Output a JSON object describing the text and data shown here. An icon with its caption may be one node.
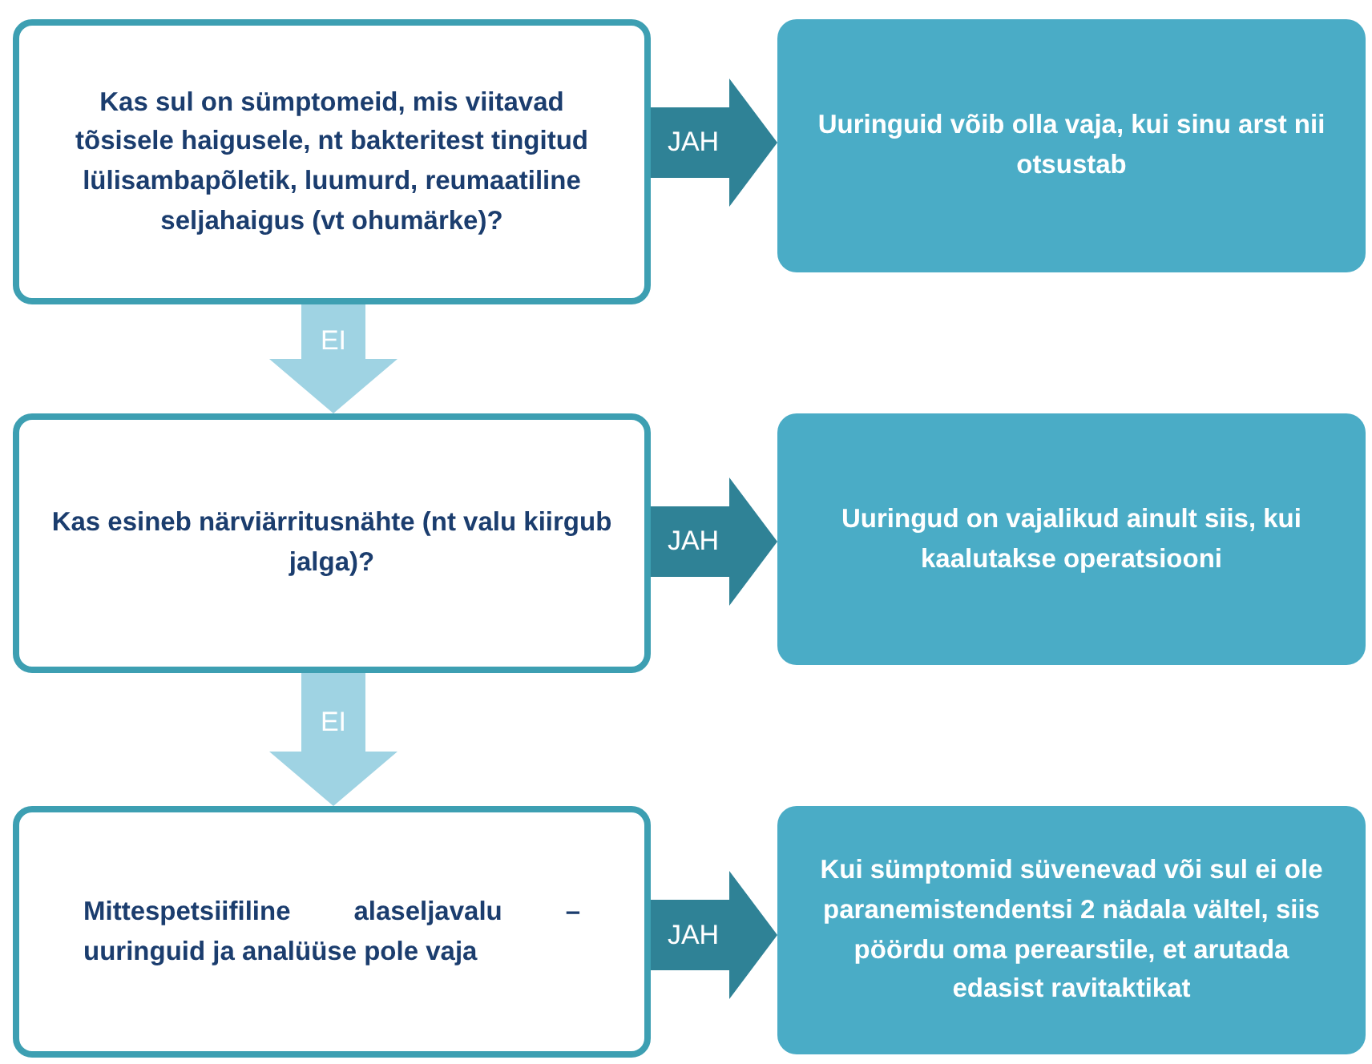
{
  "diagram": {
    "nodes": [
      {
        "text": [
          "Kas sul on sümptomeid, mis viitavad tõsisele haigusele, nt bakteritest tingitud lülisambapõletik, luumurd, reumaatiline seljahaigus (vt ohumärke)?"
        ]
      },
      {
        "text": [
          "Uuringuid võib olla vaja, kui sinu arst nii otsustab"
        ]
      },
      {
        "text": [
          "Kas esineb närviärritusnähte (nt valu kiirgub jalga)?"
        ]
      },
      {
        "text": [
          "Uuringud on vajalikud ainult siis, kui kaalutakse operatsiooni"
        ]
      },
      {
        "text": [
          "Mittespetsiifiline alaseljavalu – uuringuid ja analüüse pole vaja"
        ]
      },
      {
        "text": [
          "Kui sümptomid süvenevad või sul ei ole paranemistendentsi 2 nädala vältel, siis pöördu oma perearstile, et arutada edasist ravitaktikat"
        ]
      }
    ],
    "edges": [
      {
        "from": 0,
        "to": 1,
        "arrow": "to",
        "label": "JAH"
      },
      {
        "from": 0,
        "to": 2,
        "arrow": "to",
        "label": "EI",
        "color": "#9fd3e3"
      },
      {
        "from": 2,
        "to": 3,
        "arrow": "to",
        "label": "JAH"
      },
      {
        "from": 2,
        "to": 4,
        "arrow": "to",
        "label": "EI",
        "color": "#9fd3e3"
      },
      {
        "from": 4,
        "to": 5,
        "arrow": "to",
        "label": "JAH"
      }
    ]
  }
}
